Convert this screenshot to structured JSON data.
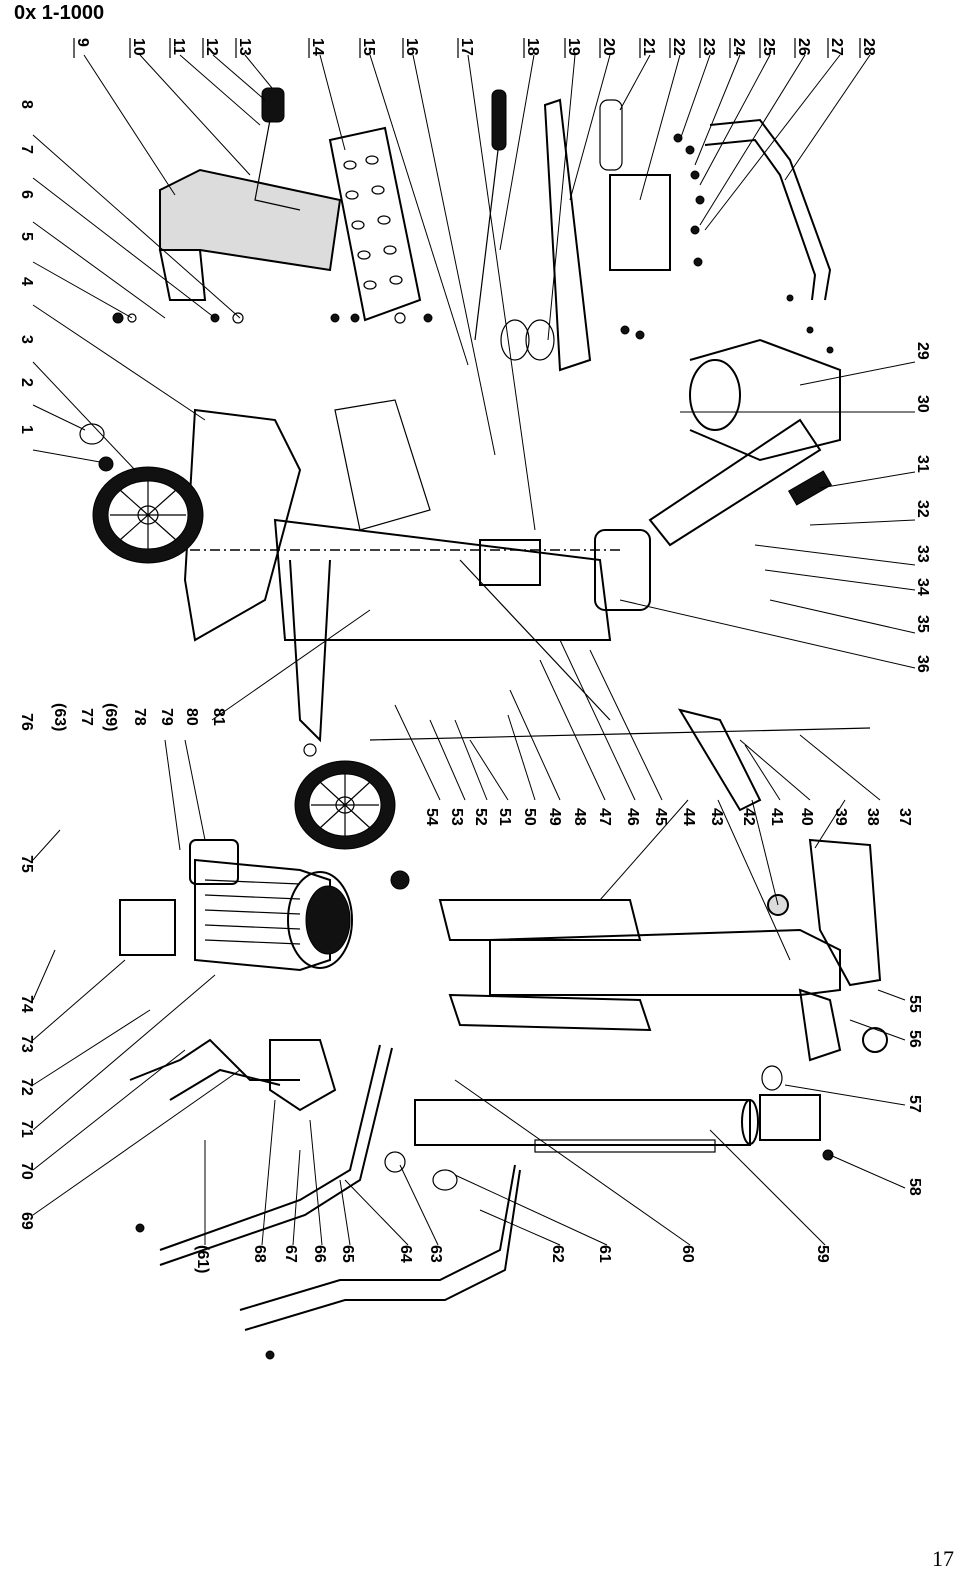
{
  "header": {
    "title": "0x 1-1000"
  },
  "footer": {
    "page_number": "17"
  },
  "callouts": {
    "top": [
      "9",
      "10",
      "11",
      "12",
      "13",
      "14",
      "15",
      "16",
      "17",
      "18",
      "19",
      "20",
      "21",
      "22",
      "23",
      "24",
      "25",
      "26",
      "27",
      "28"
    ],
    "left_top": [
      "8",
      "7",
      "6",
      "5",
      "4",
      "3",
      "2",
      "1"
    ],
    "right_upper": [
      "29",
      "30",
      "31",
      "32",
      "33",
      "34",
      "35",
      "36"
    ],
    "left_mid": [
      "76",
      "(63)",
      "77",
      "(69)",
      "78",
      "79",
      "80",
      "81"
    ],
    "mid_row": [
      "54",
      "53",
      "52",
      "51",
      "50",
      "49",
      "48",
      "47",
      "46",
      "45",
      "44",
      "43",
      "42",
      "41",
      "40",
      "39",
      "38",
      "37"
    ],
    "right_lower": [
      "55",
      "56",
      "57",
      "58"
    ],
    "left_bottom": [
      "75",
      "74",
      "73",
      "72",
      "71",
      "70",
      "69"
    ],
    "bottom_row": [
      "(61)",
      "68",
      "67",
      "66",
      "65",
      "64",
      "63",
      "62",
      "61",
      "60",
      "59"
    ]
  }
}
